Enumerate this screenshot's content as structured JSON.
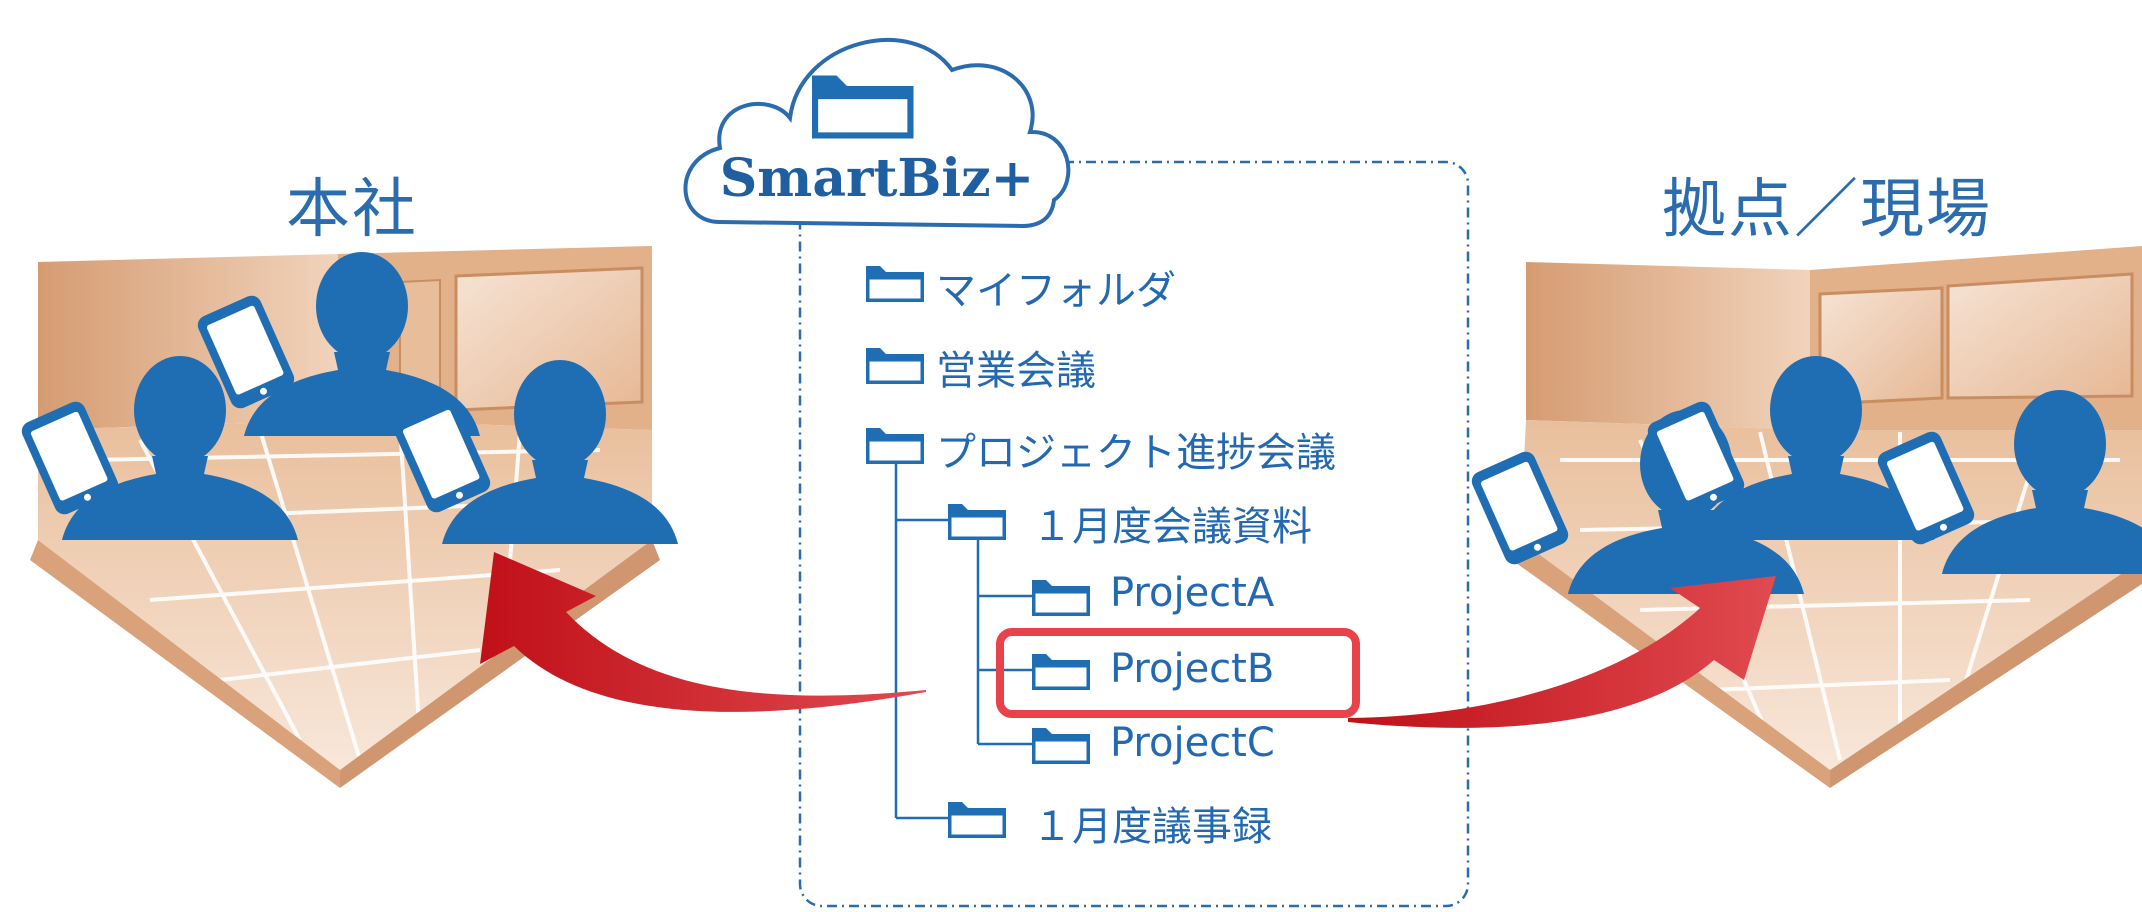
{
  "locations": {
    "headquarters": "本社",
    "site": "拠点／現場"
  },
  "service": {
    "name": "SmartBiz+"
  },
  "folders": [
    {
      "label": "マイフォルダ",
      "level": 0
    },
    {
      "label": "営業会議",
      "level": 0
    },
    {
      "label": "プロジェクト進捗会議",
      "level": 0
    },
    {
      "label": "１月度会議資料",
      "level": 1
    },
    {
      "label": "ProjectA",
      "level": 2
    },
    {
      "label": "ProjectB",
      "level": 2,
      "highlighted": true
    },
    {
      "label": "ProjectC",
      "level": 2
    },
    {
      "label": "１月度議事録",
      "level": 1
    }
  ],
  "colors": {
    "primary_blue": "#1f6db3",
    "highlight_red": "#e03c3c",
    "arrow_red": "#c8161d",
    "room_wall": "#d9a27a",
    "room_floor": "#efcfb5"
  }
}
